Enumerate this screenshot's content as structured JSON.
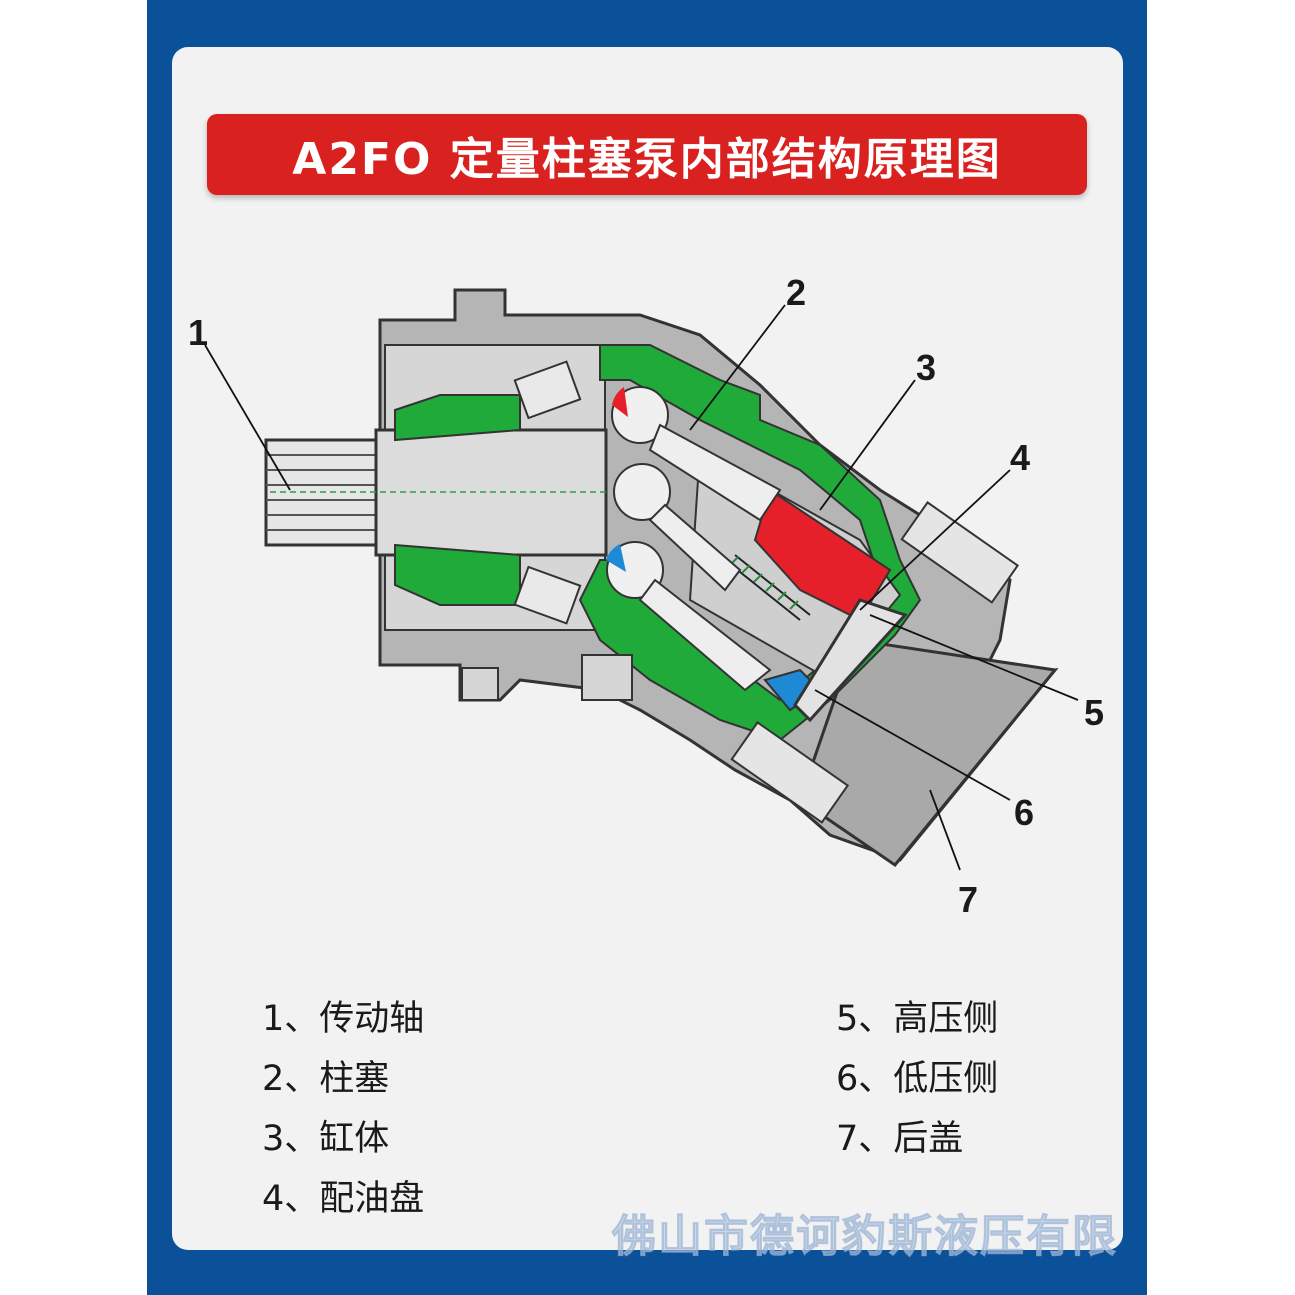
{
  "title": "A2FO 定量柱塞泵内部结构原理图",
  "callouts": [
    "1",
    "2",
    "3",
    "4",
    "5",
    "6",
    "7"
  ],
  "legend": [
    "1、传动轴",
    "2、柱塞",
    "3、缸体",
    "4、配油盘",
    "5、高压侧",
    "6、低压侧",
    "7、后盖"
  ],
  "watermark": "佛山市德诃豹斯液压有限",
  "colors": {
    "frame": "#0b5199",
    "banner": "#d9221f",
    "housing": "#b8b8b8",
    "green_part": "#1faa3a",
    "high_pressure": "#e5202a",
    "low_pressure": "#1e8ad6"
  }
}
